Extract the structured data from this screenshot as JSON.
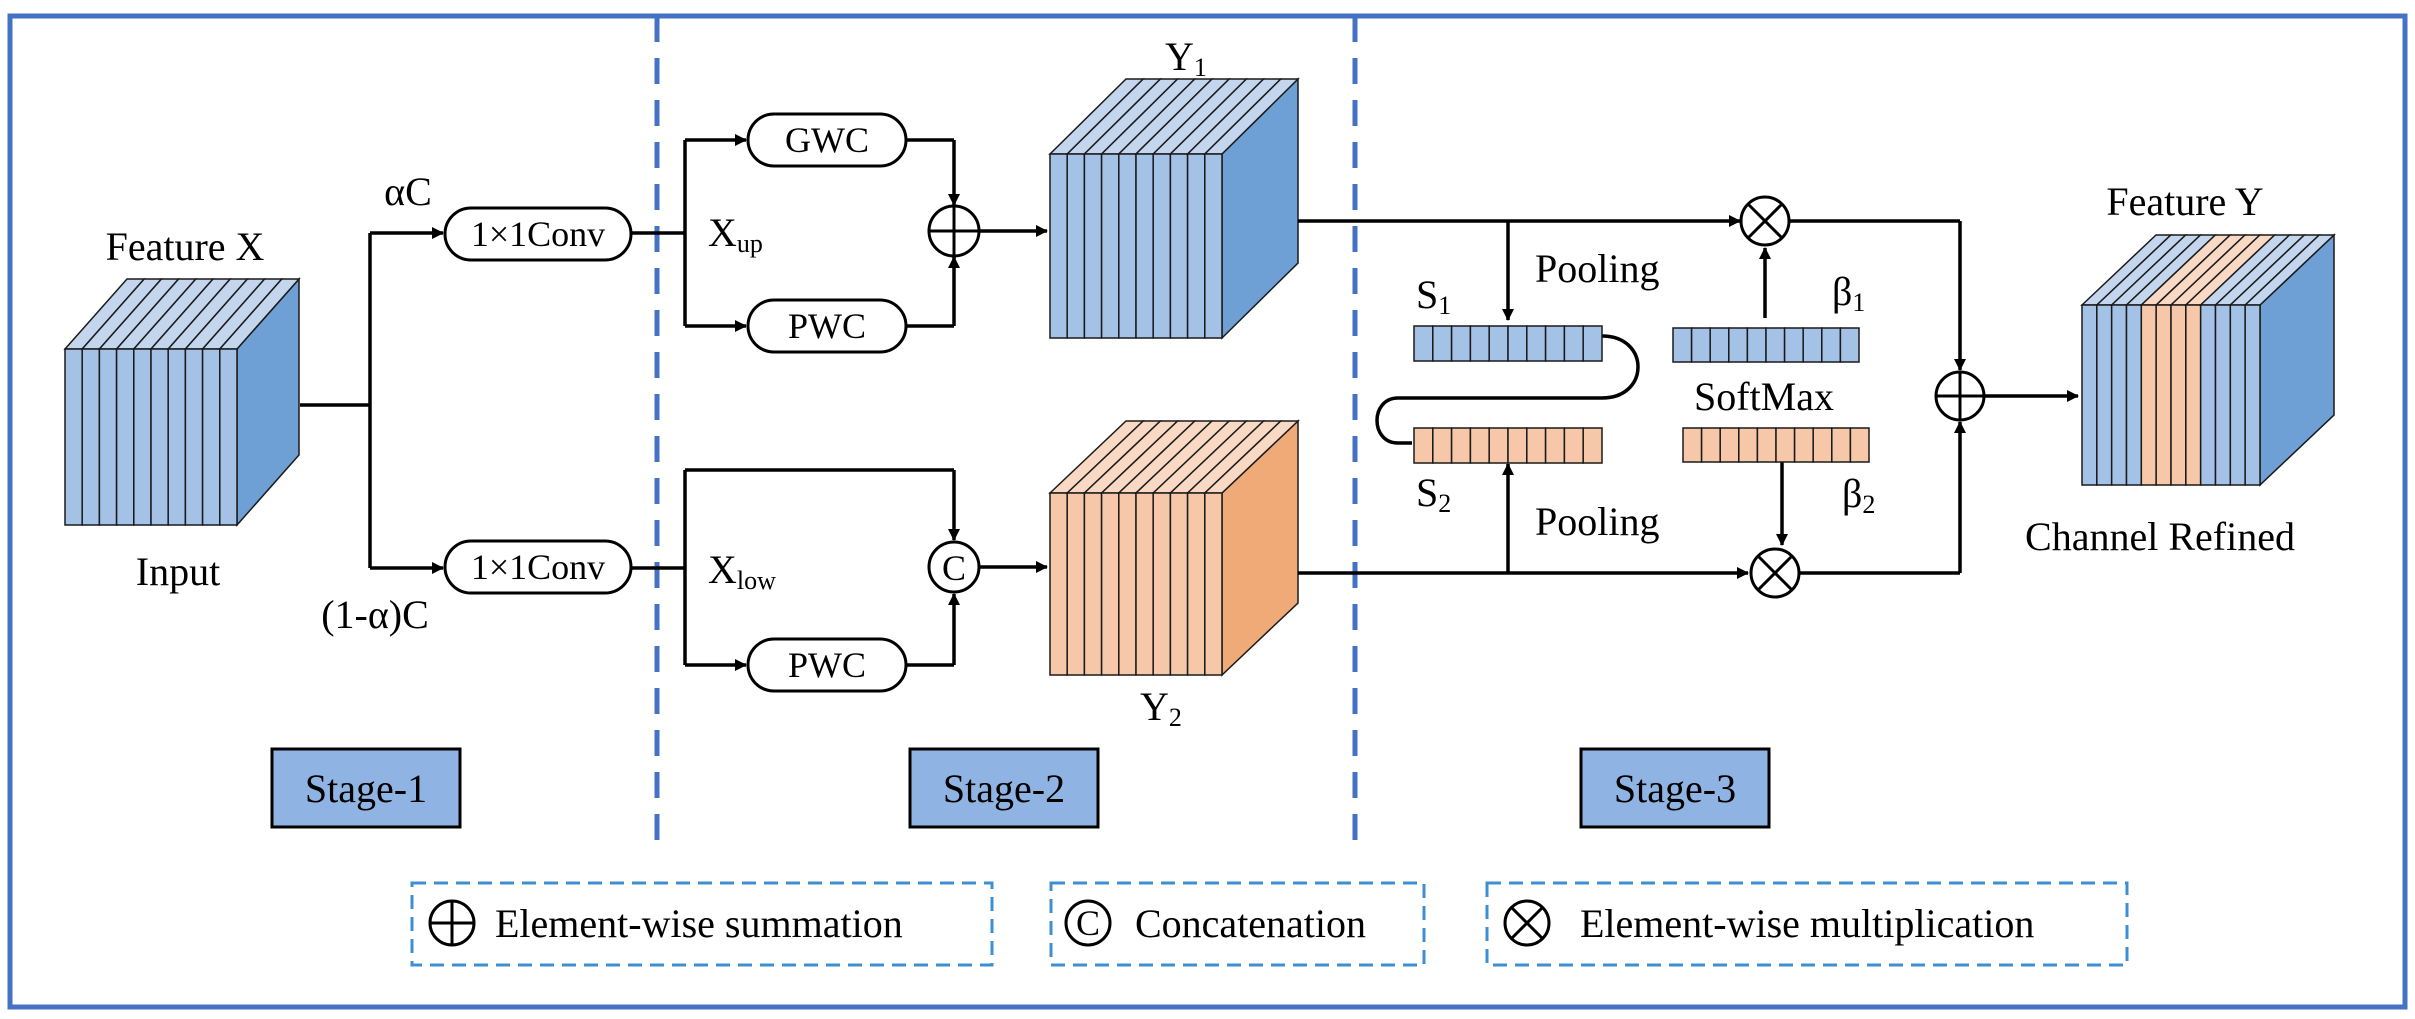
{
  "input": {
    "title": "Feature X",
    "caption": "Input"
  },
  "split": {
    "alpha_label": "αC",
    "one_minus_alpha_label": "(1-α)C"
  },
  "ops": {
    "conv_top": "1×1Conv",
    "conv_bottom": "1×1Conv",
    "gwc": "GWC",
    "pwc_top": "PWC",
    "pwc_bottom": "PWC",
    "concat_symbol": "C"
  },
  "branches": {
    "x_up": {
      "base": "X",
      "sub": "up"
    },
    "x_low": {
      "base": "X",
      "sub": "low"
    },
    "y1": {
      "base": "Y",
      "sub": "1"
    },
    "y2": {
      "base": "Y",
      "sub": "2"
    }
  },
  "stage3": {
    "s1": {
      "base": "S",
      "sub": "1"
    },
    "s2": {
      "base": "S",
      "sub": "2"
    },
    "pooling_top": "Pooling",
    "pooling_bottom": "Pooling",
    "softmax": "SoftMax",
    "beta1": {
      "base": "β",
      "sub": "1"
    },
    "beta2": {
      "base": "β",
      "sub": "2"
    }
  },
  "output": {
    "title": "Feature Y",
    "caption": "Channel Refined"
  },
  "stages": [
    "Stage-1",
    "Stage-2",
    "Stage-3"
  ],
  "legend": [
    {
      "icon": "plus-circle-icon",
      "text": "Element-wise summation"
    },
    {
      "icon": "c-circle-icon",
      "text": "Concatenation"
    },
    {
      "icon": "times-circle-icon",
      "text": "Element-wise multiplication"
    }
  ],
  "colors": {
    "frame": "#4472c4",
    "blue_front": "#a4c2e6",
    "blue_top": "#c3d6ee",
    "blue_side": "#6fa0d5",
    "orange_front": "#f6c7a8",
    "orange_top": "#f9d8c4",
    "orange_side": "#f0aa78",
    "stage_box": "#8fb4e3",
    "legend_border": "#3d8fd1"
  }
}
